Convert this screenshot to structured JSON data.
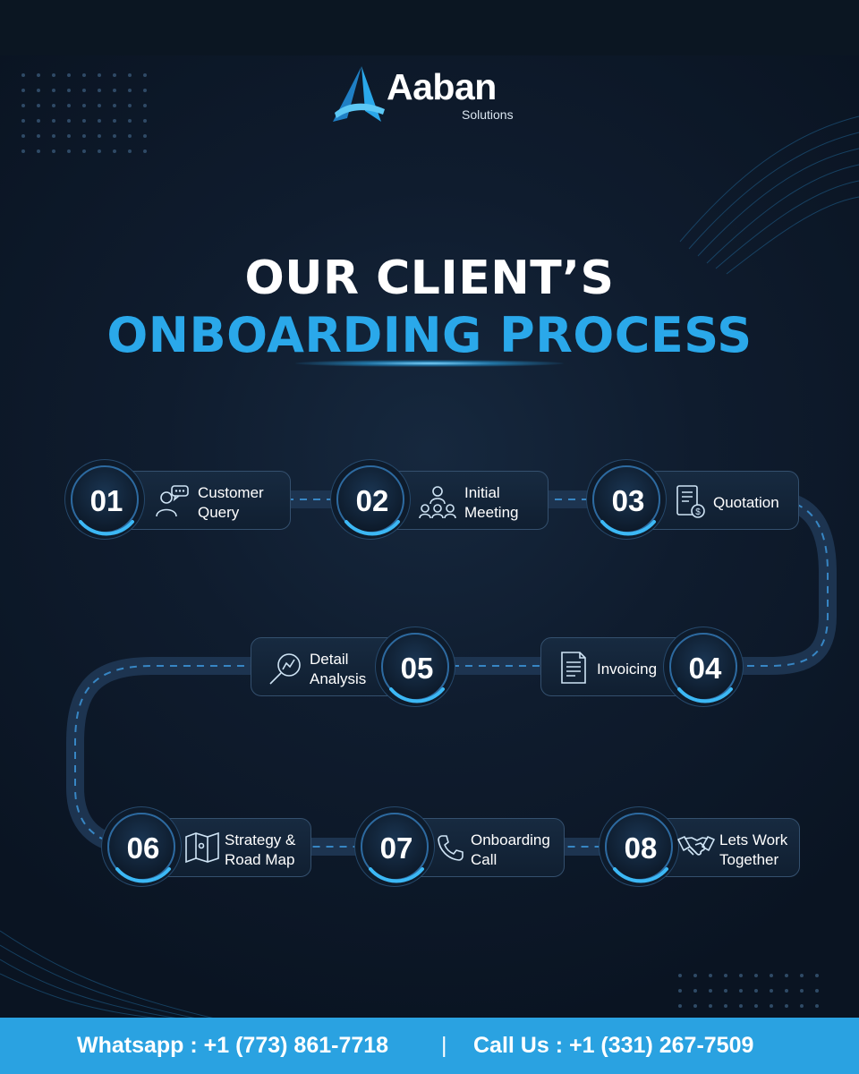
{
  "brand": {
    "name": "Aaban",
    "sub": "Solutions"
  },
  "title": {
    "line1": "OUR CLIENT’S",
    "line2": "ONBOARDING PROCESS"
  },
  "steps": [
    {
      "num": "01",
      "line1": "Customer",
      "line2": "Query",
      "icon": "customer-query-icon"
    },
    {
      "num": "02",
      "line1": "Initial",
      "line2": "Meeting",
      "icon": "meeting-icon"
    },
    {
      "num": "03",
      "line1": "Quotation",
      "line2": "",
      "icon": "quotation-icon"
    },
    {
      "num": "04",
      "line1": "Invoicing",
      "line2": "",
      "icon": "invoice-icon"
    },
    {
      "num": "05",
      "line1": "Detail",
      "line2": "Analysis",
      "icon": "analysis-icon"
    },
    {
      "num": "06",
      "line1": "Strategy &",
      "line2": "Road Map",
      "icon": "map-icon"
    },
    {
      "num": "07",
      "line1": "Onboarding",
      "line2": "Call",
      "icon": "phone-icon"
    },
    {
      "num": "08",
      "line1": "Lets Work",
      "line2": "Together",
      "icon": "handshake-icon"
    }
  ],
  "footer": {
    "whatsapp": "Whatsapp : +1 (773) 861-7718",
    "separator": "|",
    "call": "Call Us : +1 (331) 267-7509"
  },
  "colors": {
    "accent": "#2aa8ea",
    "background": "#0f1c2e",
    "footer": "#2aa2e1"
  }
}
